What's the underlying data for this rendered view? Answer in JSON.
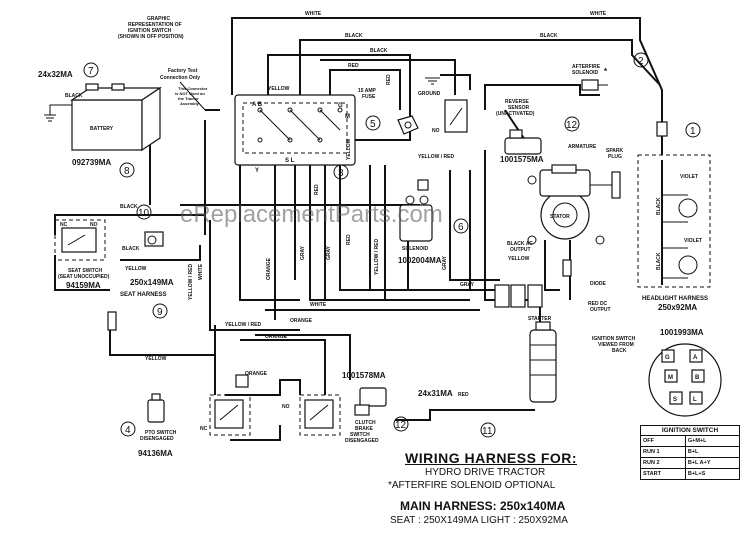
{
  "wire_labels": {
    "white_top_1": "WHITE",
    "white_top_2": "WHITE",
    "black_1": "BLACK",
    "black_2": "BLACK",
    "black_3": "BLACK",
    "black_batt": "BLACK",
    "black_seat": "BLACK",
    "black_horiz": "BLACK",
    "yellow_1": "YELLOW",
    "yellow_2": "YELLOW",
    "yellow_seat": "YELLOW",
    "yellow_bottom": "YELLOW",
    "red_1": "RED",
    "red_2": "RED",
    "red_3": "RED",
    "red_sol": "RED",
    "red_starter": "RED",
    "orange_1": "ORANGE",
    "orange_2": "ORANGE",
    "orange_3": "ORANGE",
    "orange_4": "ORANGE",
    "gray_1": "GRAY",
    "gray_2": "GRAY",
    "gray_3": "GRAY",
    "gray_4": "GRAY",
    "yellow_red_1": "YELLOW / RED",
    "yellow_red_2": "YELLOW / RED",
    "yellow_red_3": "YELLOW / RED",
    "yellow_red_4": "YELLOW / RED",
    "white_mid": "WHITE",
    "white_vert": "WHITE",
    "violet_1": "VIOLET",
    "violet_2": "VIOLET",
    "black_lamp_1": "BLACK",
    "black_lamp_2": "BLACK"
  },
  "components": {
    "ignition_graphic": "GRAPHIC REPRESENTATION OF IGNITION SWITCH (SHOWN IN OFF POSITION)",
    "factory_test": "Factory Test Connection Only",
    "factory_test_note": "This Connector is NOT Used on the Tractor Assembly",
    "fuse": "15 AMP FUSE",
    "ground": "GROUND",
    "afterfire": "AFTERFIRE SOLENOID",
    "reverse_sensor": "REVERSE SENSOR (UNACTIVATED)",
    "armature": "ARMATURE",
    "spark_plug": "SPARK PLUG",
    "stator": "STATOR",
    "black_ac": "BLACK AC OUTPUT",
    "yellow_out": "YELLOW",
    "diode": "DIODE",
    "red_dc": "RED DC OUTPUT",
    "solenoid": "SOLENOID",
    "starter": "STARTER",
    "battery": "BATTERY",
    "seat_switch": "SEAT SWITCH (SEAT UNOCCUPIED)",
    "seat_harness": "SEAT HARNESS",
    "pto_switch": "PTO SWITCH DISENGAGED",
    "clutch_switch": "CLUTCH BRAKE SWITCH DISENGAGED",
    "headlight_harness": "HEADLIGHT HARNESS",
    "ign_view": "IGNITION SWITCH VIEWED FROM BACK",
    "nc": "NC",
    "no": "NO",
    "terms_top": "A  B",
    "terms_mid": "S  L",
    "term_g": "G",
    "term_m": "M",
    "term_y": "Y"
  },
  "ignition_face": {
    "g": "G",
    "a": "A",
    "m": "M",
    "b": "B",
    "l": "L",
    "s": "S"
  },
  "part_numbers": {
    "battery_cable": "24x32MA",
    "battery": "092739MA",
    "seat_harness": "250x149MA",
    "seat_switch": "94159MA",
    "pto": "94136MA",
    "clutch_switch": "1001578MA",
    "reverse_sensor": "1001575MA",
    "solenoid": "1002004MA",
    "starter_cable": "24x31MA",
    "headlight": "250x92MA",
    "ign_switch": "1001993MA"
  },
  "callouts": [
    "1",
    "2",
    "3",
    "4",
    "5",
    "6",
    "7",
    "8",
    "9",
    "10",
    "11",
    "12",
    "12"
  ],
  "asterisk": "*",
  "watermark": "eReplacementParts.com",
  "title_block": {
    "heading": "WIRING HARNESS FOR:",
    "line1": "HYDRO DRIVE TRACTOR",
    "line2": "*AFTERFIRE SOLENOID OPTIONAL",
    "main": "MAIN HARNESS: 250x140MA",
    "sub": "SEAT : 250X149MA    LIGHT : 250X92MA"
  },
  "ignition_table": {
    "title": "IGNITION SWITCH",
    "rows": [
      {
        "pos": "OFF",
        "terms": "G+M+L"
      },
      {
        "pos": "RUN 1",
        "terms": "B+L"
      },
      {
        "pos": "RUN 2",
        "terms": "B+L      A+Y"
      },
      {
        "pos": "START",
        "terms": "B+L+S"
      }
    ]
  }
}
